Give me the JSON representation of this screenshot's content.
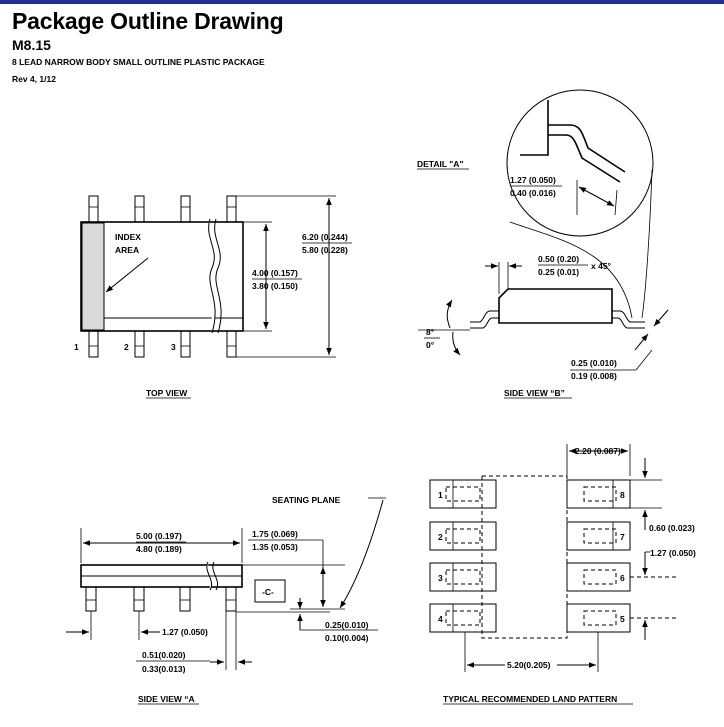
{
  "header": {
    "title": "Package Outline Drawing",
    "code": "M8.15",
    "subtitle": "8 LEAD NARROW BODY SMALL OUTLINE PLASTIC PACKAGE",
    "revision": "Rev 4, 1/12"
  },
  "top_view": {
    "caption": "TOP VIEW",
    "index_label_1": "INDEX",
    "index_label_2": "AREA",
    "pin_1": "1",
    "pin_2": "2",
    "pin_3": "3",
    "dim_width_top": "6.20 (0.244)",
    "dim_width_bottom": "5.80 (0.228)",
    "dim_body_top": "4.00 (0.157)",
    "dim_body_bottom": "3.80 (0.150)"
  },
  "side_view_b": {
    "caption": "SIDE VIEW “B”",
    "detail_label": "DETAIL \"A\"",
    "foot_top": "1.27 (0.050)",
    "foot_bottom": "0.40 (0.016)",
    "chamfer_top": "0.50 (0.20)",
    "chamfer_bottom": "0.25 (0.01)",
    "chamfer_suffix": "x 45°",
    "angle_top": "8°",
    "angle_bottom": "0°",
    "lead_top": "0.25 (0.010)",
    "lead_bottom": "0.19 (0.008)"
  },
  "side_view_a": {
    "caption": "SIDE VIEW “A",
    "seating_plane": "SEATING PLANE",
    "len_top": "5.00 (0.197)",
    "len_bottom": "4.80 (0.189)",
    "height_top": "1.75 (0.069)",
    "height_bottom": "1.35 (0.053)",
    "datum": "-C-",
    "pitch": "1.27 (0.050)",
    "lead_w_top": "0.51(0.020)",
    "lead_w_bottom": "0.33(0.013)",
    "standoff_top": "0.25(0.010)",
    "standoff_bottom": "0.10(0.004)"
  },
  "land_pattern": {
    "caption": "TYPICAL RECOMMENDED LAND PATTERN",
    "dim_pad_len": "2.20 (0.087)",
    "dim_pad_w": "0.60 (0.023)",
    "dim_pitch": "1.27 (0.050)",
    "dim_span": "5.20(0.205)",
    "pins_left": [
      "1",
      "2",
      "3",
      "4"
    ],
    "pins_right": [
      "8",
      "7",
      "6",
      "5"
    ]
  }
}
